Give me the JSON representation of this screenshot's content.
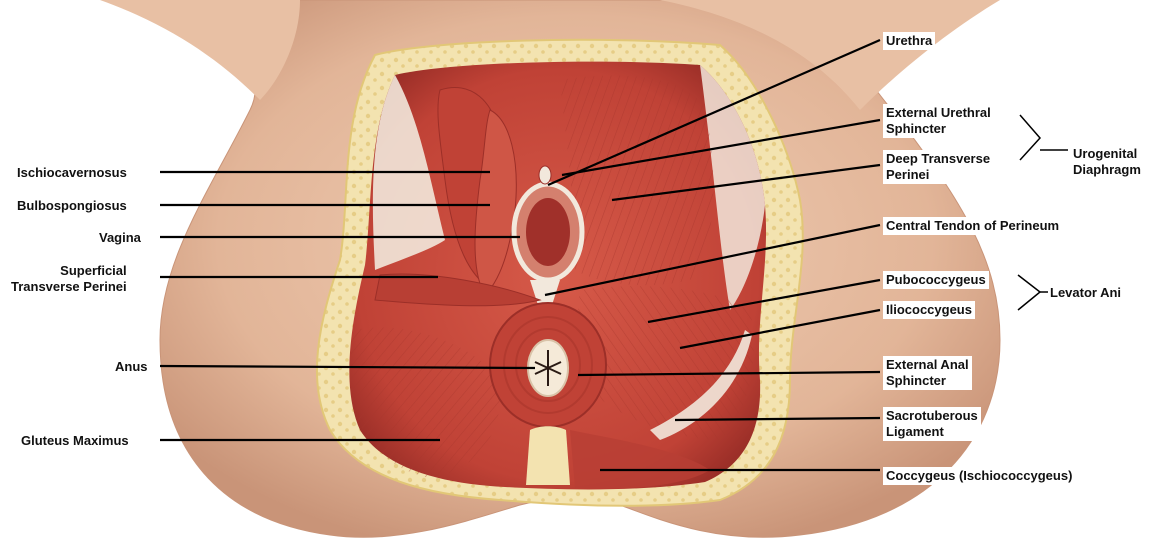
{
  "labels": {
    "left": {
      "ischiocavernosus": "Ischiocavernosus",
      "bulbospongiosus": "Bulbospongiosus",
      "vagina": "Vagina",
      "superficial_line1": "Superficial",
      "superficial_line2": "Transverse Perinei",
      "anus": "Anus",
      "gluteus_maximus": "Gluteus Maximus"
    },
    "right": {
      "urethra": "Urethra",
      "external_urethral_line1": "External Urethral",
      "external_urethral_line2": "Sphincter",
      "deep_transverse_line1": "Deep Transverse",
      "deep_transverse_line2": "Perinei",
      "central_tendon": "Central Tendon of Perineum",
      "pubococcygeus": "Pubococcygeus",
      "iliococcygeus": "Iliococcygeus",
      "external_anal_line1": "External Anal",
      "external_anal_line2": "Sphincter",
      "sacrotuberous_line1": "Sacrotuberous",
      "sacrotuberous_line2": "Ligament",
      "coccygeus": "Coccygeus (Ischiococcygeus)"
    },
    "groups": {
      "urogenital_line1": "Urogenital",
      "urogenital_line2": "Diaphragm",
      "levator_ani": "Levator Ani"
    }
  },
  "colors": {
    "skin": "#e8c0a4",
    "skin_shadow": "#c99478",
    "fat": "#f3e3b0",
    "fat_dots": "#e2c777",
    "muscle": "#c9483c",
    "muscle_dark": "#9c2f28",
    "muscle_light": "#de7a66",
    "fascia": "#f2e8dc"
  }
}
